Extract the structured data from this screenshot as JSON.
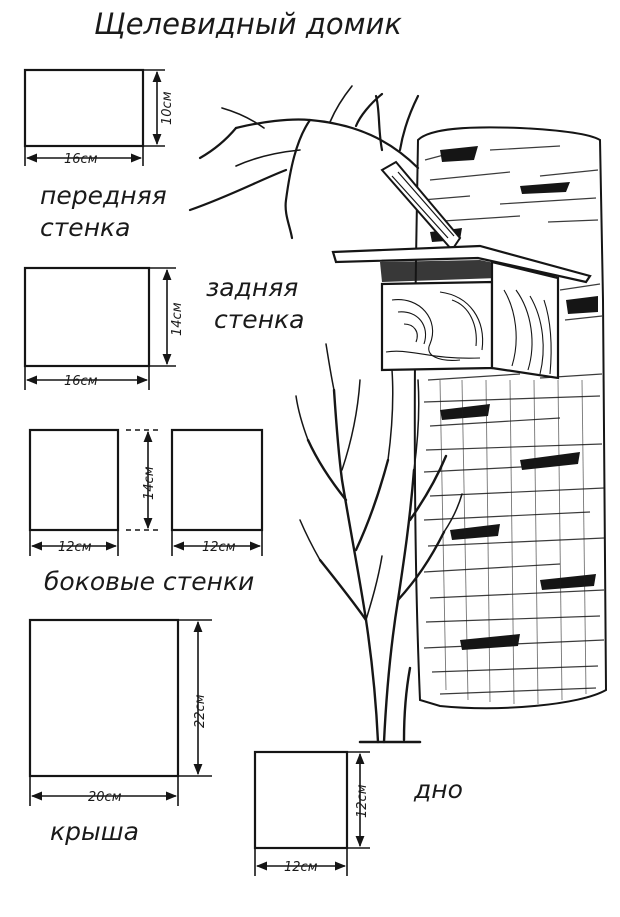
{
  "title": "Щелевидный домик",
  "labels": {
    "front_wall": [
      "передняя",
      "стенка"
    ],
    "back_wall": [
      "задняя",
      "стенка"
    ],
    "side_walls": "боковые стенки",
    "roof": "крыша",
    "bottom": "дно"
  },
  "dimensions": {
    "front_width": "16см",
    "front_height": "10см",
    "back_width": "16см",
    "back_height": "14см",
    "side_width_left": "12см",
    "side_height": "14см",
    "side_width_right": "12см",
    "roof_width": "20см",
    "roof_height": "22см",
    "bottom_width": "12см",
    "bottom_height": "12см"
  },
  "colors": {
    "ink": "#151515",
    "paper": "#ffffff"
  },
  "illustration": "birdhouse-on-birch-tree"
}
